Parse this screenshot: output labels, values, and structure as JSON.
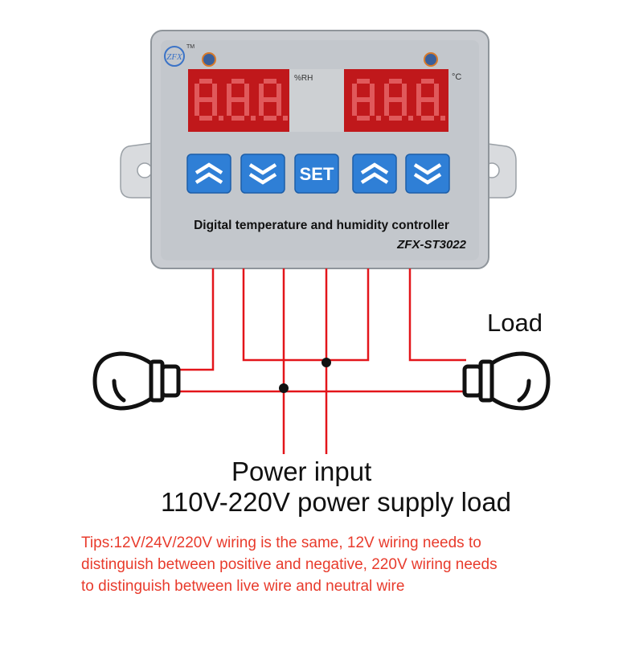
{
  "device": {
    "title": "Digital temperature and humidity controller",
    "model": "ZFX-ST3022",
    "rh_unit": "%RH",
    "temp_unit": "°C",
    "trademark": "TM",
    "logo_text": "ZFX",
    "buttons": [
      {
        "label": "",
        "icon": "chevron-up-icon"
      },
      {
        "label": "",
        "icon": "chevron-down-icon"
      },
      {
        "label": "SET",
        "icon": ""
      },
      {
        "label": "",
        "icon": "chevron-up-icon"
      },
      {
        "label": "",
        "icon": "chevron-down-icon"
      }
    ],
    "display_text": "8.8.8.",
    "colors": {
      "case": "#c9ccd1",
      "panel": "#bfc3c8",
      "display": "#c0181b",
      "button": "#2f7fd6",
      "wire": "#e3151a"
    }
  },
  "labels": {
    "load": "Load",
    "power_input": "Power input",
    "supply": "110V-220V power supply load"
  },
  "tips": {
    "line1": "Tips:12V/24V/220V wiring is the same, 12V wiring needs to",
    "line2": "distinguish between positive and negative, 220V wiring needs",
    "line3": "to distinguish between live wire and neutral wire"
  }
}
